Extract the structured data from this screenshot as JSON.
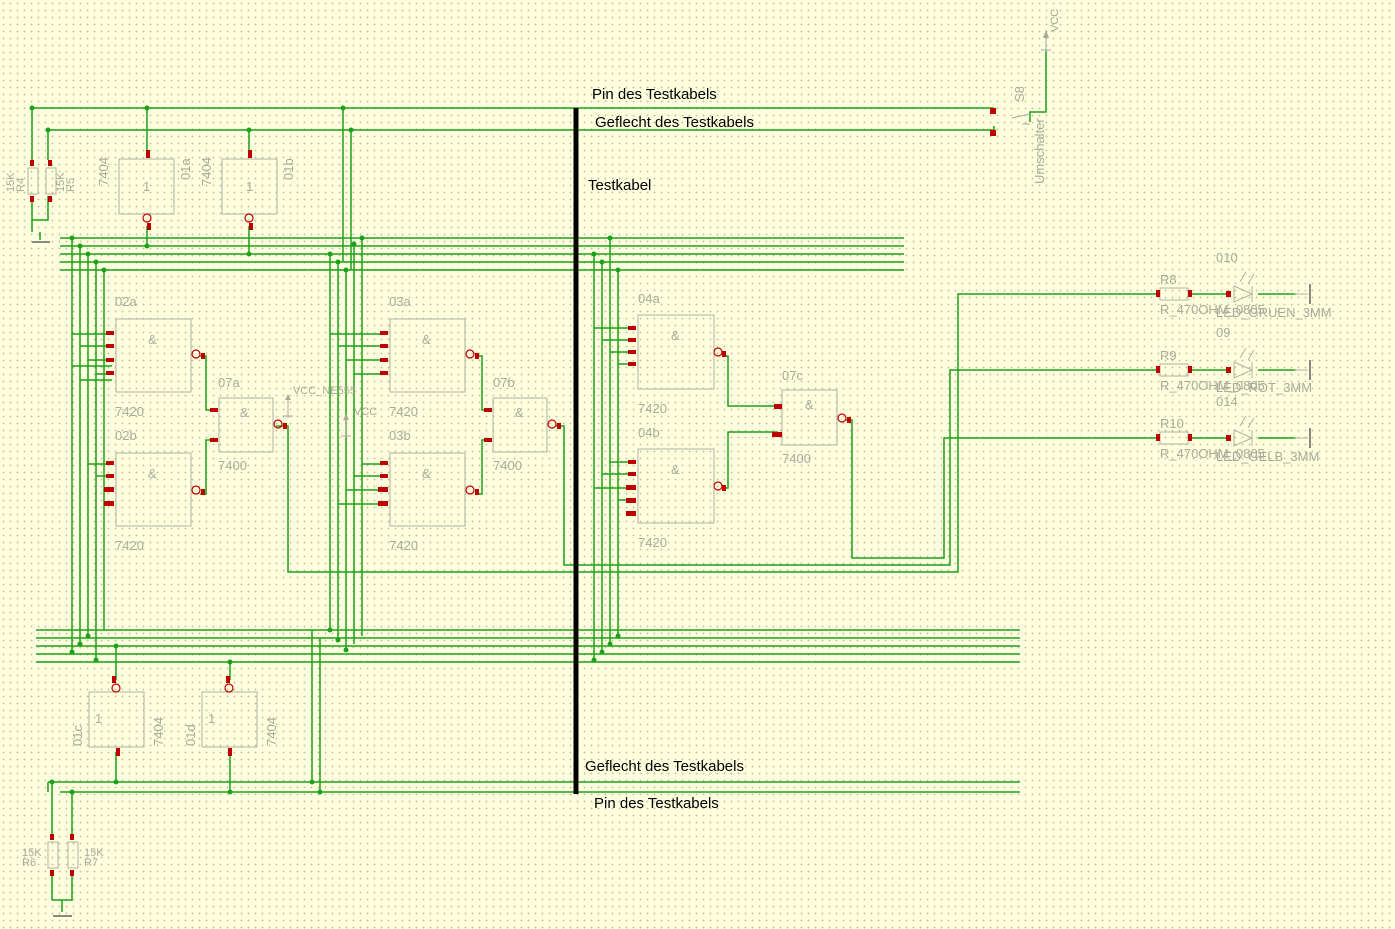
{
  "schematic": {
    "cable_labels": {
      "pin_top": "Pin des Testkabels",
      "braid_top": "Geflecht des Testkabels",
      "cable": "Testkabel",
      "braid_bottom": "Geflecht des Testkabels",
      "pin_bottom": "Pin des Testkabels"
    },
    "inverters": [
      {
        "name": "01a",
        "type": "7404"
      },
      {
        "name": "01b",
        "type": "7404"
      },
      {
        "name": "01c",
        "type": "7404"
      },
      {
        "name": "01d",
        "type": "7404"
      }
    ],
    "nand4": [
      {
        "name": "02a",
        "type": "7420"
      },
      {
        "name": "02b",
        "type": "7420"
      },
      {
        "name": "03a",
        "type": "7420"
      },
      {
        "name": "03b",
        "type": "7420"
      },
      {
        "name": "04a",
        "type": "7420"
      },
      {
        "name": "04b",
        "type": "7420"
      }
    ],
    "nand2": [
      {
        "name": "07a",
        "type": "7400"
      },
      {
        "name": "07b",
        "type": "7400"
      },
      {
        "name": "07c",
        "type": "7400"
      }
    ],
    "nand_symbol": "&",
    "inverter_symbol": "1",
    "resistors_pullup": [
      {
        "name": "R4",
        "value": "15K"
      },
      {
        "name": "R5",
        "value": "15K"
      },
      {
        "name": "R6",
        "value": "15K"
      },
      {
        "name": "R7",
        "value": "15K"
      }
    ],
    "resistors_led": [
      {
        "name": "R8",
        "value": "R_470OHM_0805"
      },
      {
        "name": "R9",
        "value": "R_470OHM_0805"
      },
      {
        "name": "R10",
        "value": "R_470OHM_0805"
      }
    ],
    "leds": [
      {
        "name": "010",
        "value": "LED_GRUEN_3MM"
      },
      {
        "name": "09",
        "value": "LED_ROT_3MM"
      },
      {
        "name": "014",
        "value": "LED_GELB_3MM"
      }
    ],
    "switch": {
      "name": "S8",
      "value": "Umschalter"
    },
    "supplies": {
      "vcc": "VCC",
      "vcc_ne555": "VCC_NE555",
      "vcc2": "VCC"
    }
  }
}
